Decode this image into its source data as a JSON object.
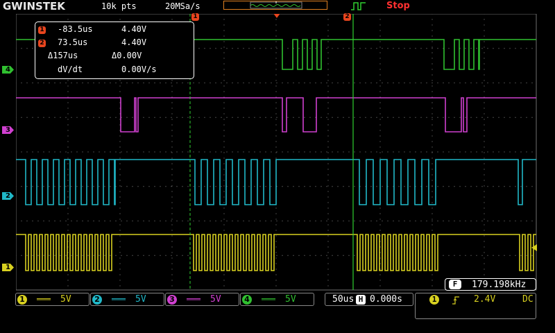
{
  "header": {
    "brand": "GWINSTEK",
    "record_length": "10k pts",
    "sample_rate": "20MSa/s",
    "run_state": "Stop",
    "cursor1_marker": "1",
    "cursor2_marker": "2"
  },
  "cursors": {
    "c1_badge": "1",
    "c1_time": "-83.5us",
    "c1_volt": "4.40V",
    "c2_badge": "2",
    "c2_time": "73.5us",
    "c2_volt": "4.40V",
    "delta_time": "Δ157us",
    "delta_volt": "Δ0.00V",
    "slope_label": "dV/dt",
    "slope_value": "0.00V/s"
  },
  "channels": [
    {
      "num": "1",
      "coupling": "DC",
      "volts_div": "5V",
      "color": "#d8d020"
    },
    {
      "num": "2",
      "coupling": "DC",
      "volts_div": "5V",
      "color": "#20b8c8"
    },
    {
      "num": "3",
      "coupling": "DC",
      "volts_div": "5V",
      "color": "#d040d0"
    },
    {
      "num": "4",
      "coupling": "DC",
      "volts_div": "5V",
      "color": "#30c030"
    }
  ],
  "channel_markers": [
    "4",
    "3",
    "2",
    "1"
  ],
  "frequency": {
    "icon": "F",
    "value": "179.198kHz"
  },
  "timebase": {
    "time_div": "50us",
    "icon": "H",
    "delay": "0.000s"
  },
  "trigger": {
    "source": "1",
    "slope": "rising-edge-icon",
    "level": "2.4V",
    "coupling": "DC"
  },
  "colors": {
    "grid": "#606060",
    "cursor": "#30d030",
    "accent": "#e08020"
  }
}
